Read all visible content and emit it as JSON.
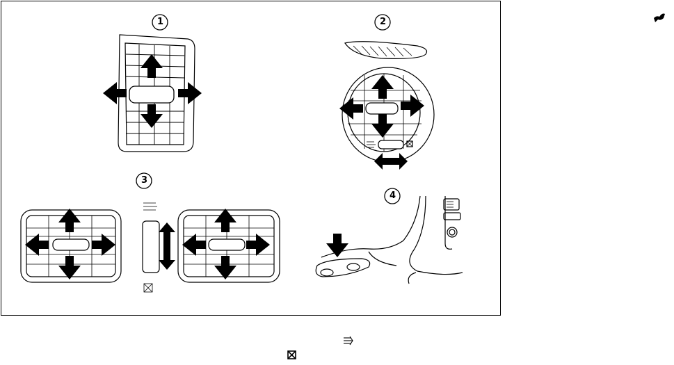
{
  "figure": {
    "callouts": [
      "1",
      "2",
      "3",
      "4"
    ],
    "vent_symbols": {
      "airflow": "airflow-lines-icon",
      "closed": "closed-box-icon"
    }
  },
  "side_mark": {
    "icon": "tool-icon"
  },
  "footer_symbols": {
    "airflow": "airflow-lines-icon",
    "closed": "closed-box-icon"
  },
  "colors": {
    "line": "#000000",
    "background": "#ffffff",
    "arrow_fill": "#000000"
  }
}
